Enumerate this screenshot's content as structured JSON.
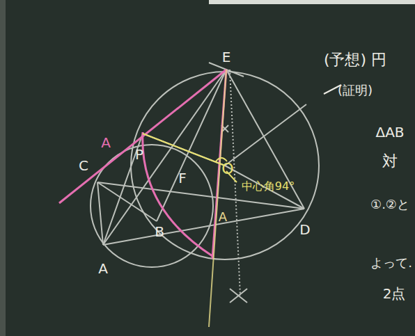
{
  "diagram": {
    "labels": [
      "E",
      "A",
      "C",
      "P",
      "F",
      "O",
      "中心角94°",
      "A",
      "B",
      "D",
      "A",
      "(予想) 円",
      "(証明)",
      "ΔAB",
      "対",
      "①.②と",
      "よって.",
      "2点"
    ]
  }
}
